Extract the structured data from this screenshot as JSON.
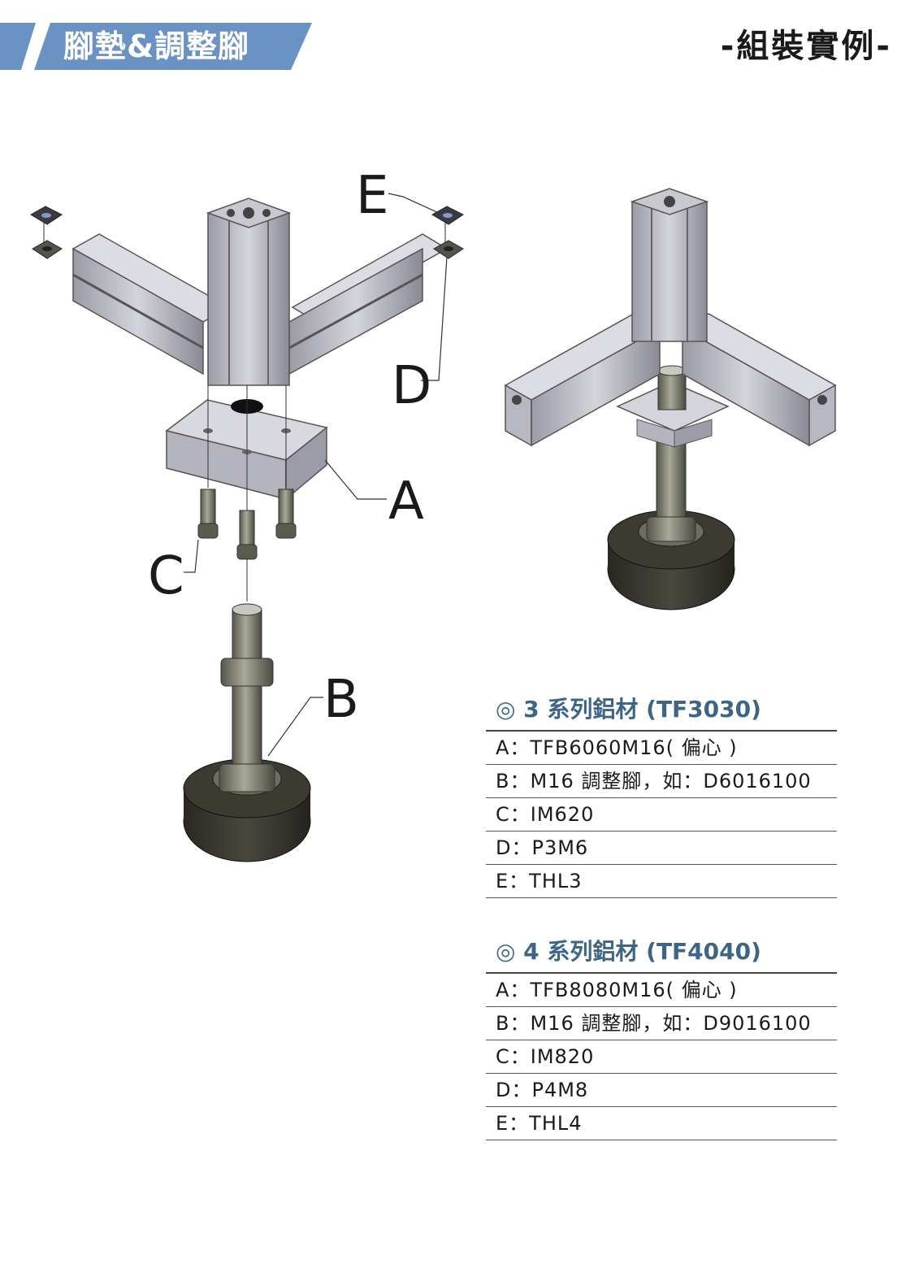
{
  "header": {
    "title": "腳墊&調整腳",
    "right_title": "-組裝實例-",
    "accent_color": "#6a93c4"
  },
  "diagram": {
    "labels": {
      "a": "A",
      "b": "B",
      "c": "C",
      "d": "D",
      "e": "E"
    },
    "icons": [
      "aluminum-profile-assembly",
      "leveling-foot",
      "t-nut",
      "socket-screw",
      "mounting-plate"
    ]
  },
  "spec_groups": [
    {
      "title": "◎ 3 系列鋁材 (TF3030)",
      "rows": [
        "A：TFB6060M16( 偏心 )",
        "B：M16 調整腳，如：D6016100",
        "C：IM620",
        "D：P3M6",
        "E：THL3"
      ]
    },
    {
      "title": "◎ 4 系列鋁材 (TF4040)",
      "rows": [
        "A：TFB8080M16( 偏心 )",
        "B：M16 調整腳，如：D9016100",
        "C：IM820",
        "D：P4M8",
        "E：THL4"
      ]
    }
  ]
}
